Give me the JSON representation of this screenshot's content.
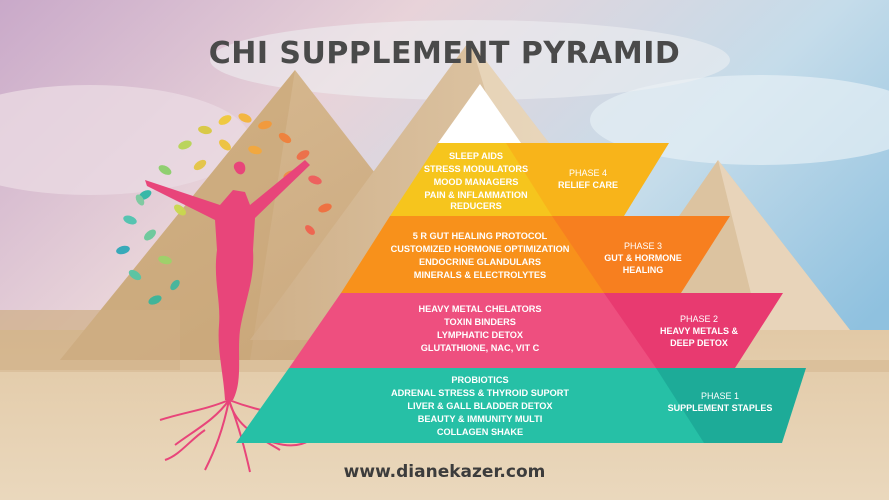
{
  "title": "CHI SUPPLEMENT PYRAMID",
  "website": "www.dianekazer.com",
  "colors": {
    "phase4": "#f6c51d",
    "phase3": "#f89a17",
    "phase2": "#ee4f7f",
    "phase1": "#24bda4",
    "title": "#4a4a4a",
    "tree_figure": "#e8457a"
  },
  "tiers": [
    {
      "items": [
        "SLEEP AIDS",
        "STRESS MODULATORS",
        "MOOD MANAGERS",
        "PAIN & INFLAMMATION",
        "REDUCERS"
      ],
      "phase_label": "PHASE 4",
      "phase_title": [
        "RELIEF CARE"
      ]
    },
    {
      "items": [
        "5 R GUT HEALING PROTOCOL",
        "CUSTOMIZED HORMONE OPTIMIZATION",
        "ENDOCRINE GLANDULARS",
        "MINERALS & ELECTROLYTES"
      ],
      "phase_label": "PHASE 3",
      "phase_title": [
        "GUT & HORMONE",
        "HEALING"
      ]
    },
    {
      "items": [
        "HEAVY METAL CHELATORS",
        "TOXIN BINDERS",
        "LYMPHATIC DETOX",
        "GLUTATHIONE, NAC, VIT C"
      ],
      "phase_label": "PHASE 2",
      "phase_title": [
        "HEAVY METALS &",
        "DEEP DETOX"
      ]
    },
    {
      "items": [
        "PROBIOTICS",
        "ADRENAL STRESS & THYROID SUPORT",
        "LIVER & GALL BLADDER DETOX",
        "BEAUTY & IMMUNITY MULTI",
        "COLLAGEN SHAKE"
      ],
      "phase_label": "PHASE 1",
      "phase_title": [
        "SUPPLEMENT STAPLES"
      ]
    }
  ]
}
